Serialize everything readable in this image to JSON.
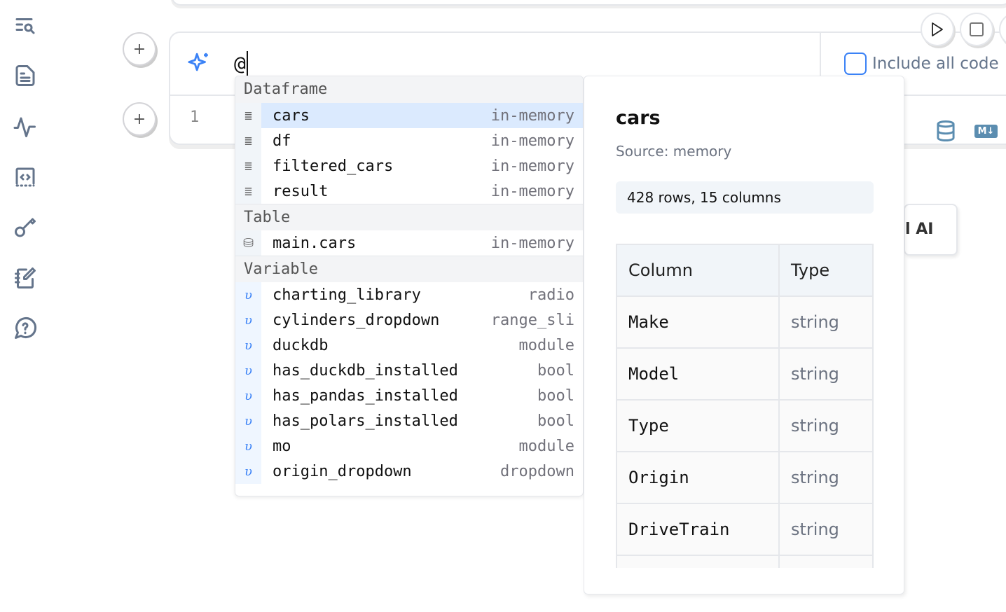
{
  "editor": {
    "prompt_text": "@",
    "line_number": "1",
    "include_all_code_label": "Include all code",
    "ai_button_partial": "l AI"
  },
  "autocomplete": {
    "sections": [
      {
        "title": "Dataframe",
        "items": [
          {
            "label": "cars",
            "type": "in-memory",
            "selected": true
          },
          {
            "label": "df",
            "type": "in-memory"
          },
          {
            "label": "filtered_cars",
            "type": "in-memory"
          },
          {
            "label": "result",
            "type": "in-memory"
          }
        ]
      },
      {
        "title": "Table",
        "items": [
          {
            "label": "main.cars",
            "type": "in-memory"
          }
        ]
      },
      {
        "title": "Variable",
        "items": [
          {
            "label": "charting_library",
            "type": "radio"
          },
          {
            "label": "cylinders_dropdown",
            "type": "range_sli"
          },
          {
            "label": "duckdb",
            "type": "module"
          },
          {
            "label": "has_duckdb_installed",
            "type": "bool"
          },
          {
            "label": "has_pandas_installed",
            "type": "bool"
          },
          {
            "label": "has_polars_installed",
            "type": "bool"
          },
          {
            "label": "mo",
            "type": "module"
          },
          {
            "label": "origin_dropdown",
            "type": "dropdown"
          }
        ]
      }
    ]
  },
  "info": {
    "title": "cars",
    "source": "Source: memory",
    "stats": "428 rows, 15 columns",
    "headers": [
      "Column",
      "Type"
    ],
    "rows": [
      [
        "Make",
        "string"
      ],
      [
        "Model",
        "string"
      ],
      [
        "Type",
        "string"
      ],
      [
        "Origin",
        "string"
      ],
      [
        "DriveTrain",
        "string"
      ]
    ]
  },
  "colors": {
    "accent": "#3b82f6",
    "icon": "#64748b",
    "selected": "#dbeafe"
  }
}
